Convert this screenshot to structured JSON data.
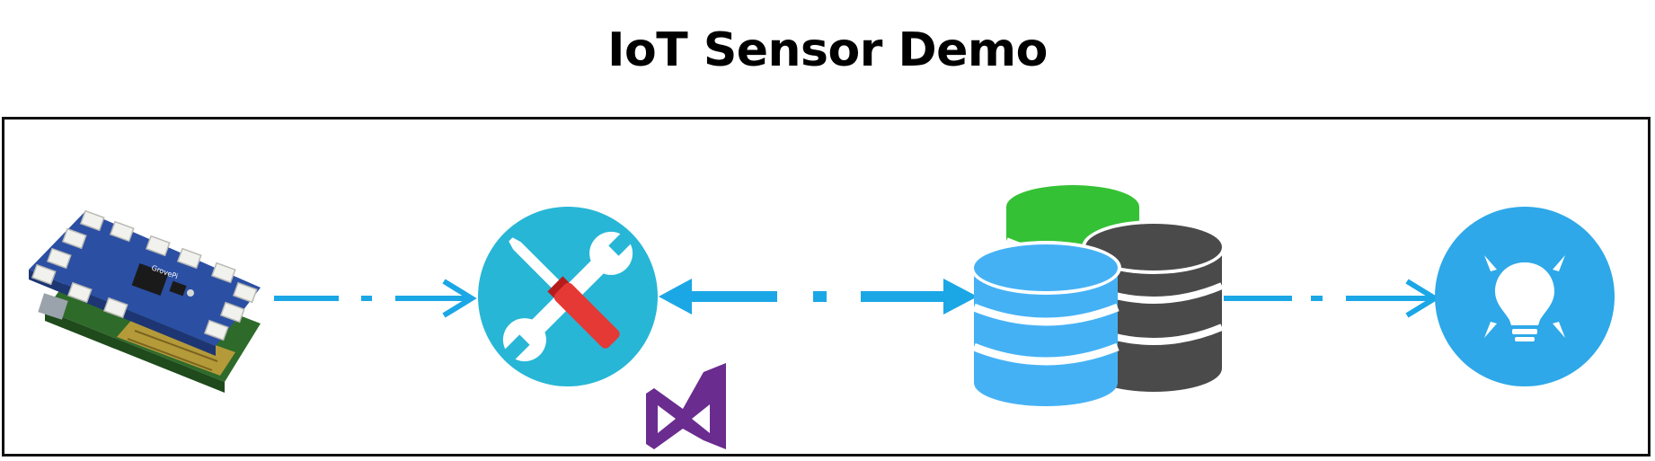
{
  "diagram": {
    "title": "IoT Sensor Demo",
    "nodes": [
      {
        "id": "sensor-board",
        "icon": "raspberry-pi-grove-board"
      },
      {
        "id": "tools",
        "icon": "wrench-screwdriver-icon"
      },
      {
        "id": "visual-studio",
        "icon": "visual-studio-logo-icon"
      },
      {
        "id": "databases",
        "icon": "database-stack-icon"
      },
      {
        "id": "insight",
        "icon": "lightbulb-icon"
      }
    ],
    "edges": [
      {
        "from": "sensor-board",
        "to": "tools",
        "direction": "forward",
        "style": "dash-dot"
      },
      {
        "from": "tools",
        "to": "databases",
        "direction": "both",
        "style": "dash-dot"
      },
      {
        "from": "databases",
        "to": "insight",
        "direction": "forward",
        "style": "dash-dot"
      }
    ],
    "colors": {
      "arrow": "#1ba7e6",
      "tools_circle": "#27b6d6",
      "insight_circle": "#2ea8e8",
      "db_green": "#35c135",
      "db_dark": "#4a4a4a",
      "db_blue": "#45b1f5",
      "vs_purple": "#6a2c8f",
      "wrench": "#ffffff",
      "screwdriver_handle": "#e53935"
    }
  }
}
